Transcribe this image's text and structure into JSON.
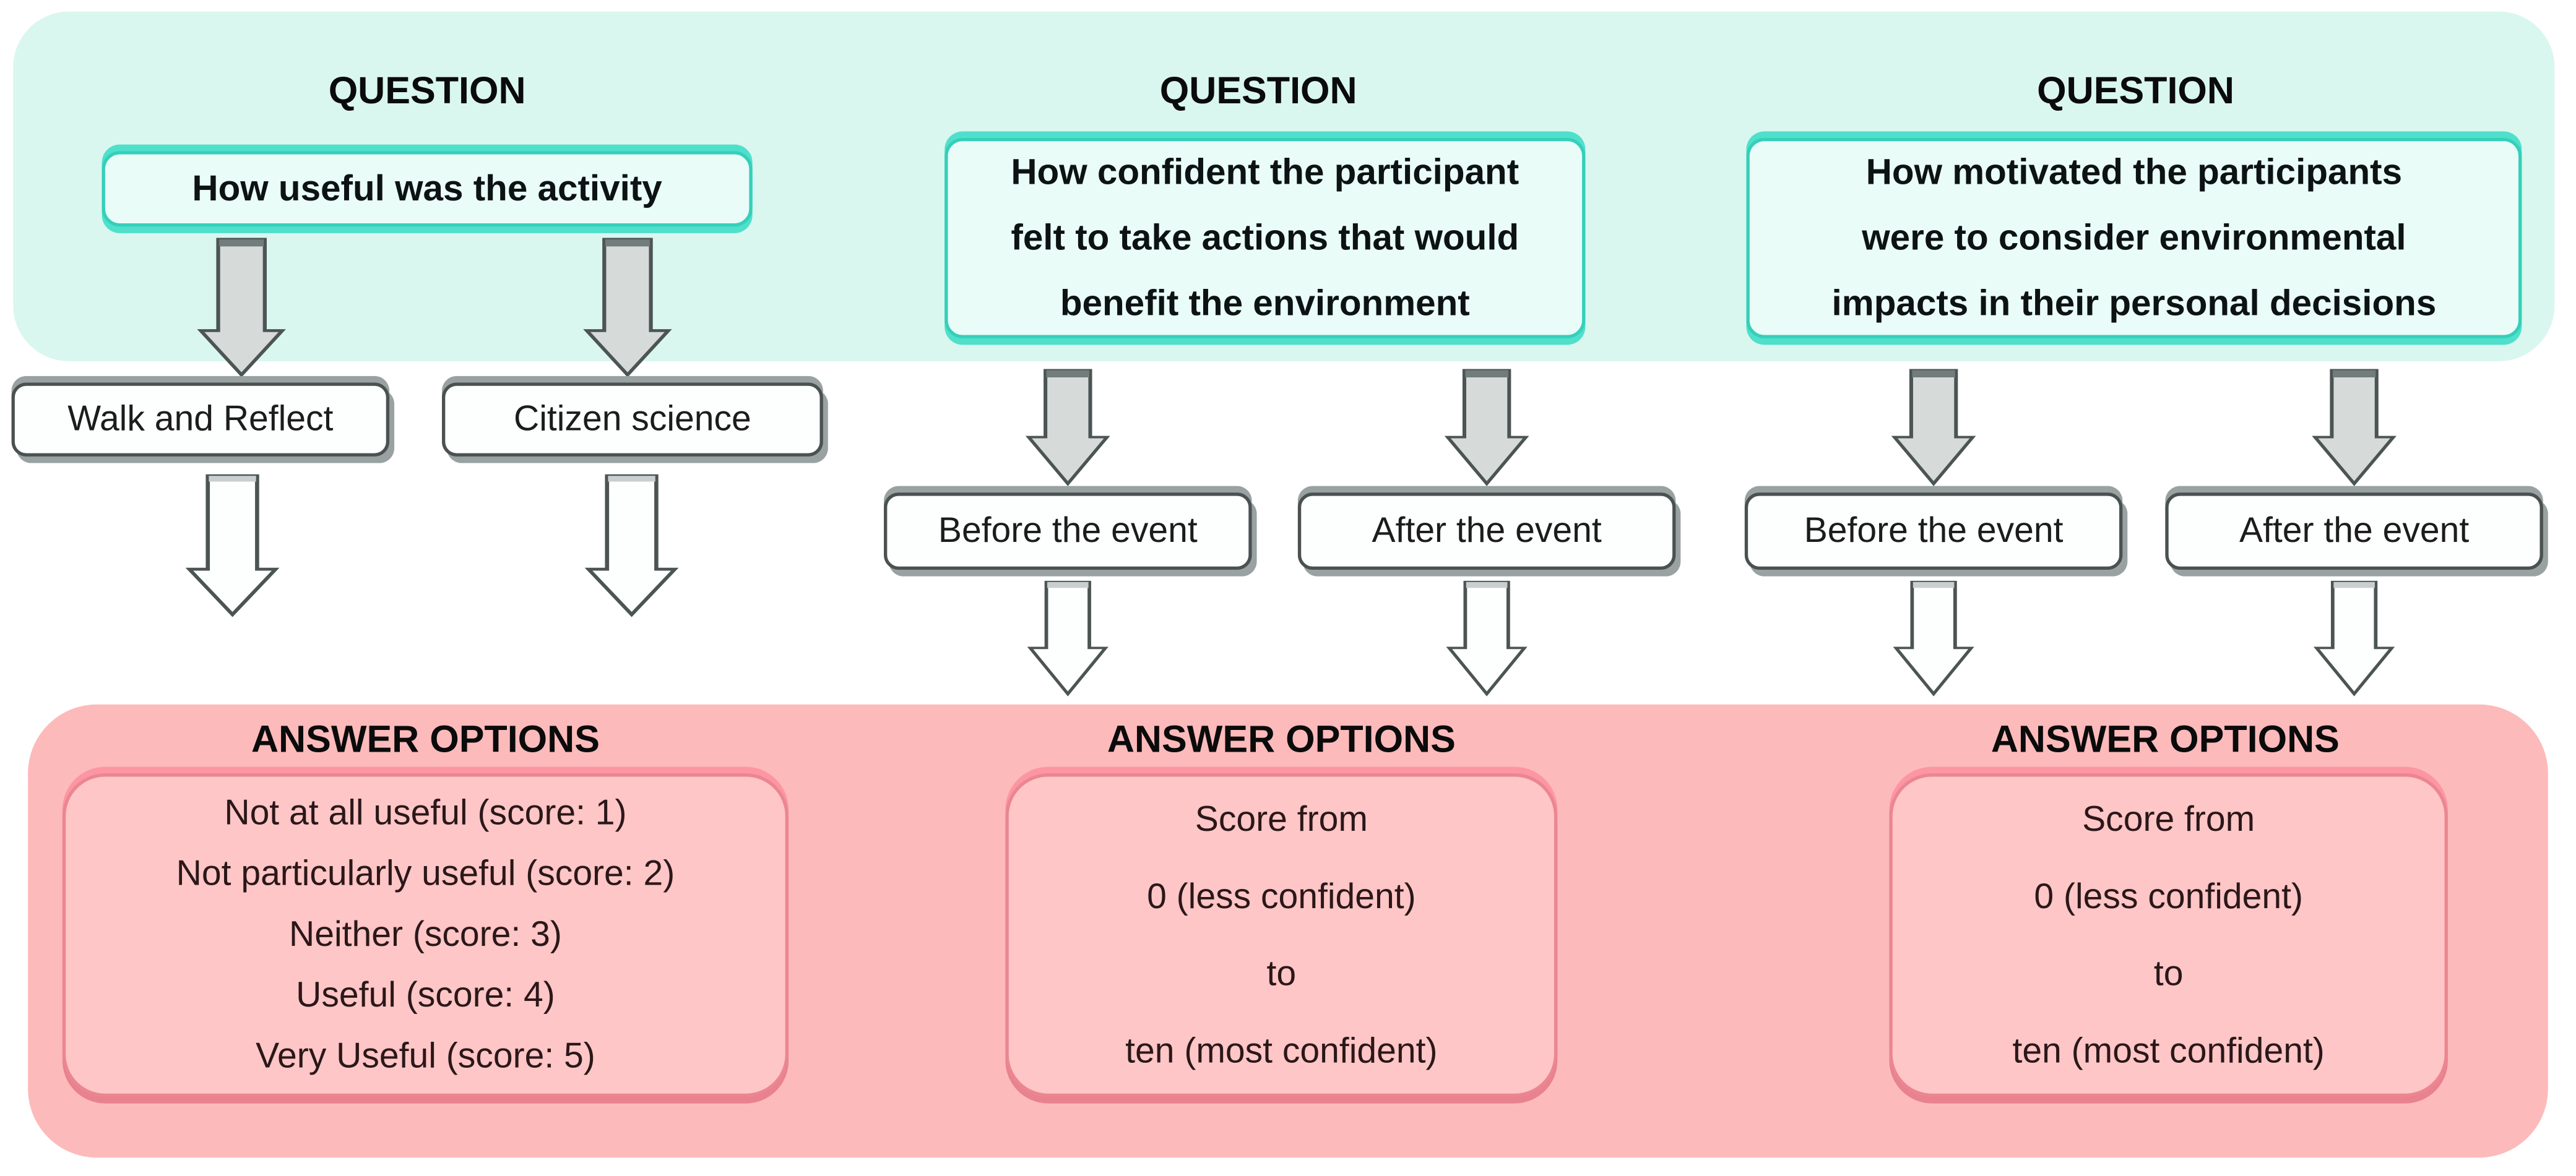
{
  "diagram_title": "Survey questions and answer options flow diagram",
  "colors": {
    "question_band": "#d9f7ef",
    "question_box_fill": "#e9fcf8",
    "question_box_border": "#35cfba",
    "question_box_accent": "#4fe0cb",
    "answer_band": "#fdbabb",
    "answer_box_fill": "#fec6c6",
    "answer_box_border": "#eb8691",
    "branch_box_fill": "#fdfefe",
    "branch_box_border": "#4b5151",
    "arrow_gray_fill": "#d6dad9",
    "arrow_white_fill": "#fdfefe",
    "arrow_outline": "#4c5454",
    "text": "#0b0b0b"
  },
  "sections": [
    {
      "question_header": "QUESTION",
      "question_lines": [
        "How useful was the activity"
      ],
      "branches": [
        "Walk and Reflect",
        "Citizen science"
      ],
      "answer_header": "ANSWER OPTIONS",
      "answer_lines": [
        "Not at all useful (score: 1)",
        "Not particularly useful (score: 2)",
        "Neither (score: 3)",
        "Useful (score: 4)",
        "Very Useful (score: 5)"
      ]
    },
    {
      "question_header": "QUESTION",
      "question_lines": [
        "How confident the participant",
        "felt to take actions that would",
        "benefit the environment"
      ],
      "branches": [
        "Before the event",
        "After the event"
      ],
      "answer_header": "ANSWER OPTIONS",
      "answer_lines": [
        "Score from",
        "0 (less confident)",
        "to",
        "ten (most confident)"
      ]
    },
    {
      "question_header": "QUESTION",
      "question_lines": [
        "How motivated the participants",
        "were to consider environmental",
        "impacts in their personal decisions"
      ],
      "branches": [
        "Before the event",
        "After the event"
      ],
      "answer_header": "ANSWER OPTIONS",
      "answer_lines": [
        "Score from",
        "0 (less confident)",
        "to",
        "ten (most confident)"
      ]
    }
  ]
}
